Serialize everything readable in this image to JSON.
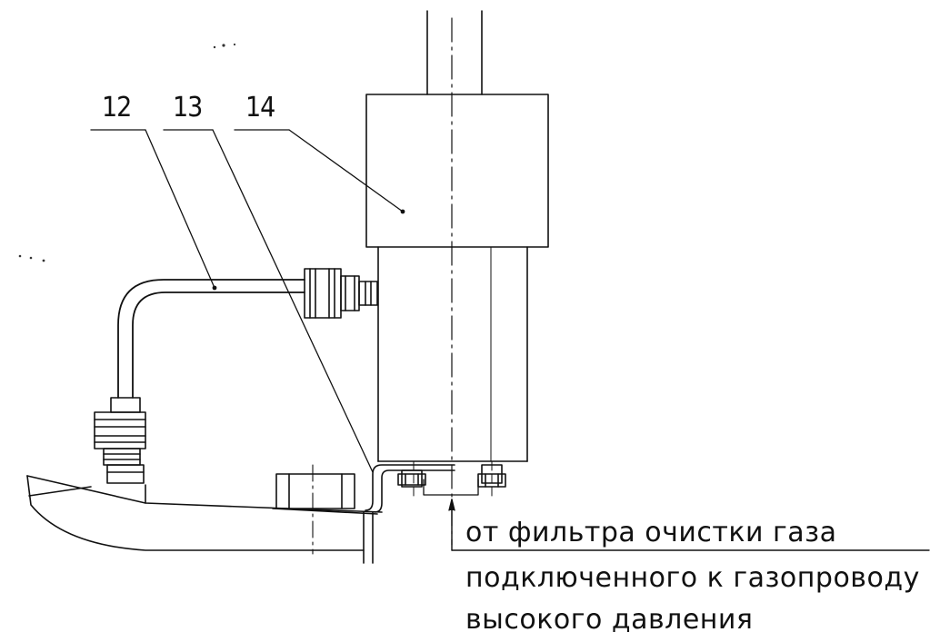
{
  "callouts": {
    "item_12": "12",
    "item_13": "13",
    "item_14": "14"
  },
  "note": {
    "line1": "от фильтра очистки газа",
    "line2": "подключенного к газопроводу",
    "line3": "высокого давления"
  },
  "colors": {
    "ink": "#111111",
    "background": "#ffffff"
  }
}
